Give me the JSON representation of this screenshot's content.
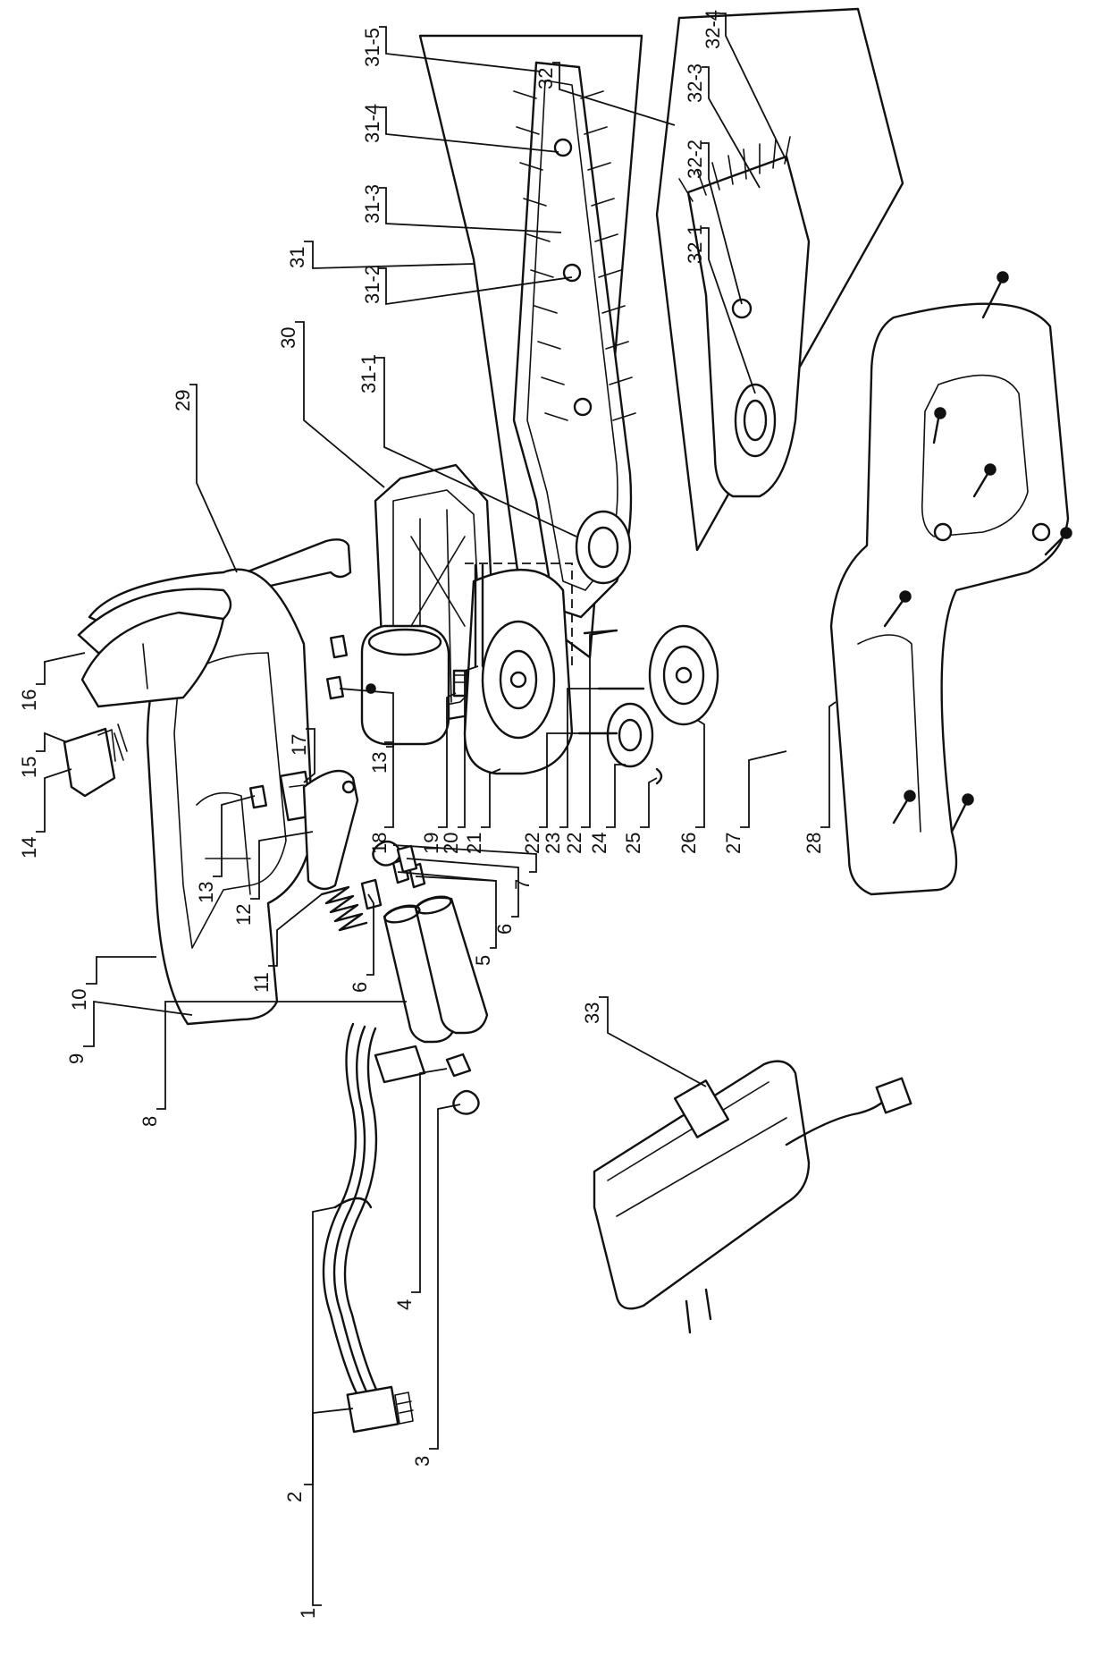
{
  "labels": {
    "p1": "1",
    "p2": "2",
    "p3": "3",
    "p4": "4",
    "p5": "5",
    "p6a": "6",
    "p6b": "6",
    "p7": "7",
    "p8": "8",
    "p9": "9",
    "p10": "10",
    "p11": "11",
    "p12": "12",
    "p13a": "13",
    "p13b": "13",
    "p14": "14",
    "p15": "15",
    "p16": "16",
    "p17": "17",
    "p18": "18",
    "p19": "19",
    "p20": "20",
    "p21": "21",
    "p22a": "22",
    "p22b": "22",
    "p23": "23",
    "p24": "24",
    "p25": "25",
    "p26": "26",
    "p27": "27",
    "p28": "28",
    "p29": "29",
    "p30": "30",
    "p31": "31",
    "p31_1": "31-1",
    "p31_2": "31-2",
    "p31_3": "31-3",
    "p31_4": "31-4",
    "p31_5": "31-5",
    "p32": "32",
    "p32_1": "32-1",
    "p32_2": "32-2",
    "p32_3": "32-3",
    "p32_4": "32-4",
    "p33": "33"
  }
}
